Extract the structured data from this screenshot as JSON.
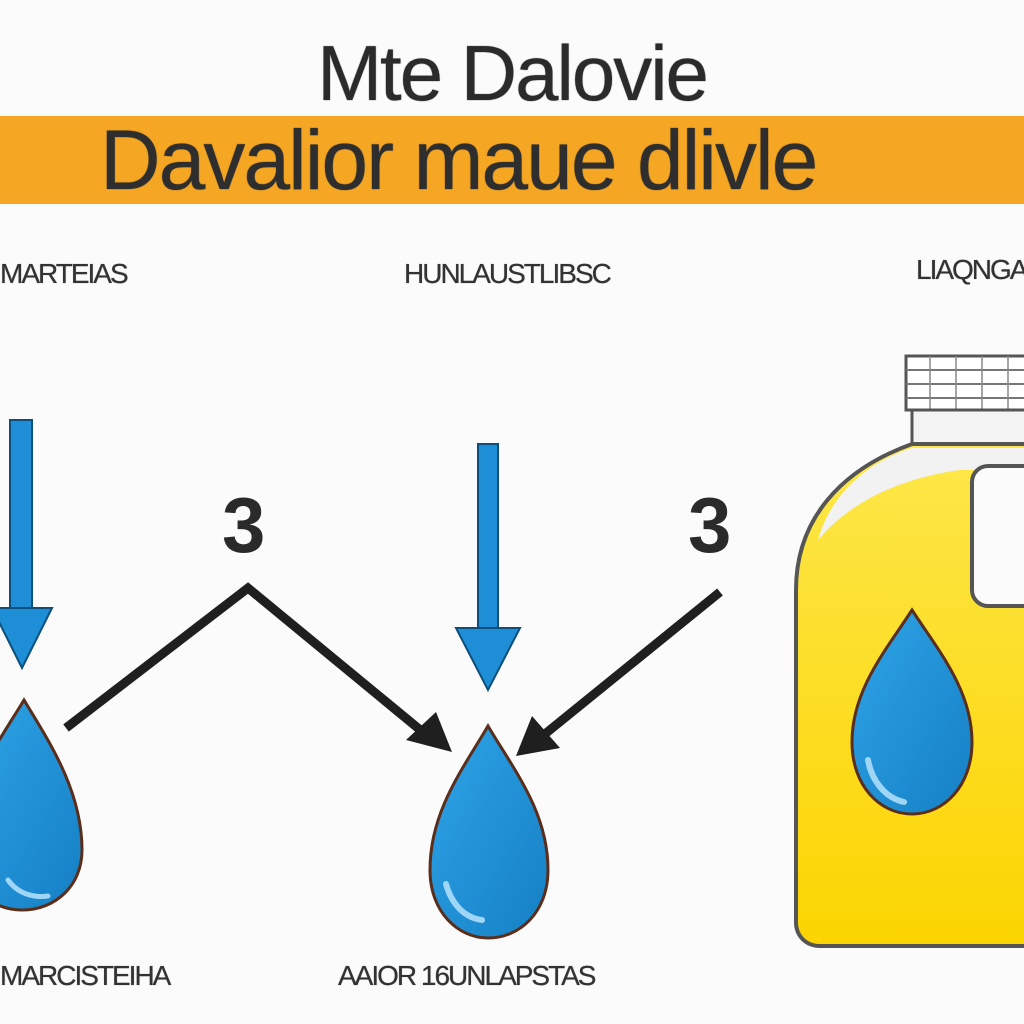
{
  "title": "Mte Dalovie",
  "banner": {
    "text": "Davalior maue dlivle",
    "color": "#f5a623"
  },
  "labels": {
    "left_top": "MARTEIAS",
    "center_top": "HUNLAUSTLIBSC",
    "right_top": "LIAQNGA",
    "left_bottom": "MARCISTEIHA",
    "center_bottom": "AAIOR 16UNLAPSTAS"
  },
  "numbers": {
    "left": "3",
    "right": "3"
  },
  "colors": {
    "drop": "#1e8fd6",
    "arrow_blue": "#1e8fd6",
    "jug": "#fde014",
    "banner": "#f5a623",
    "ink": "#222222"
  },
  "icons": [
    "down-arrow-icon",
    "water-drop-icon",
    "jug-icon",
    "diagonal-arrow-icon"
  ]
}
